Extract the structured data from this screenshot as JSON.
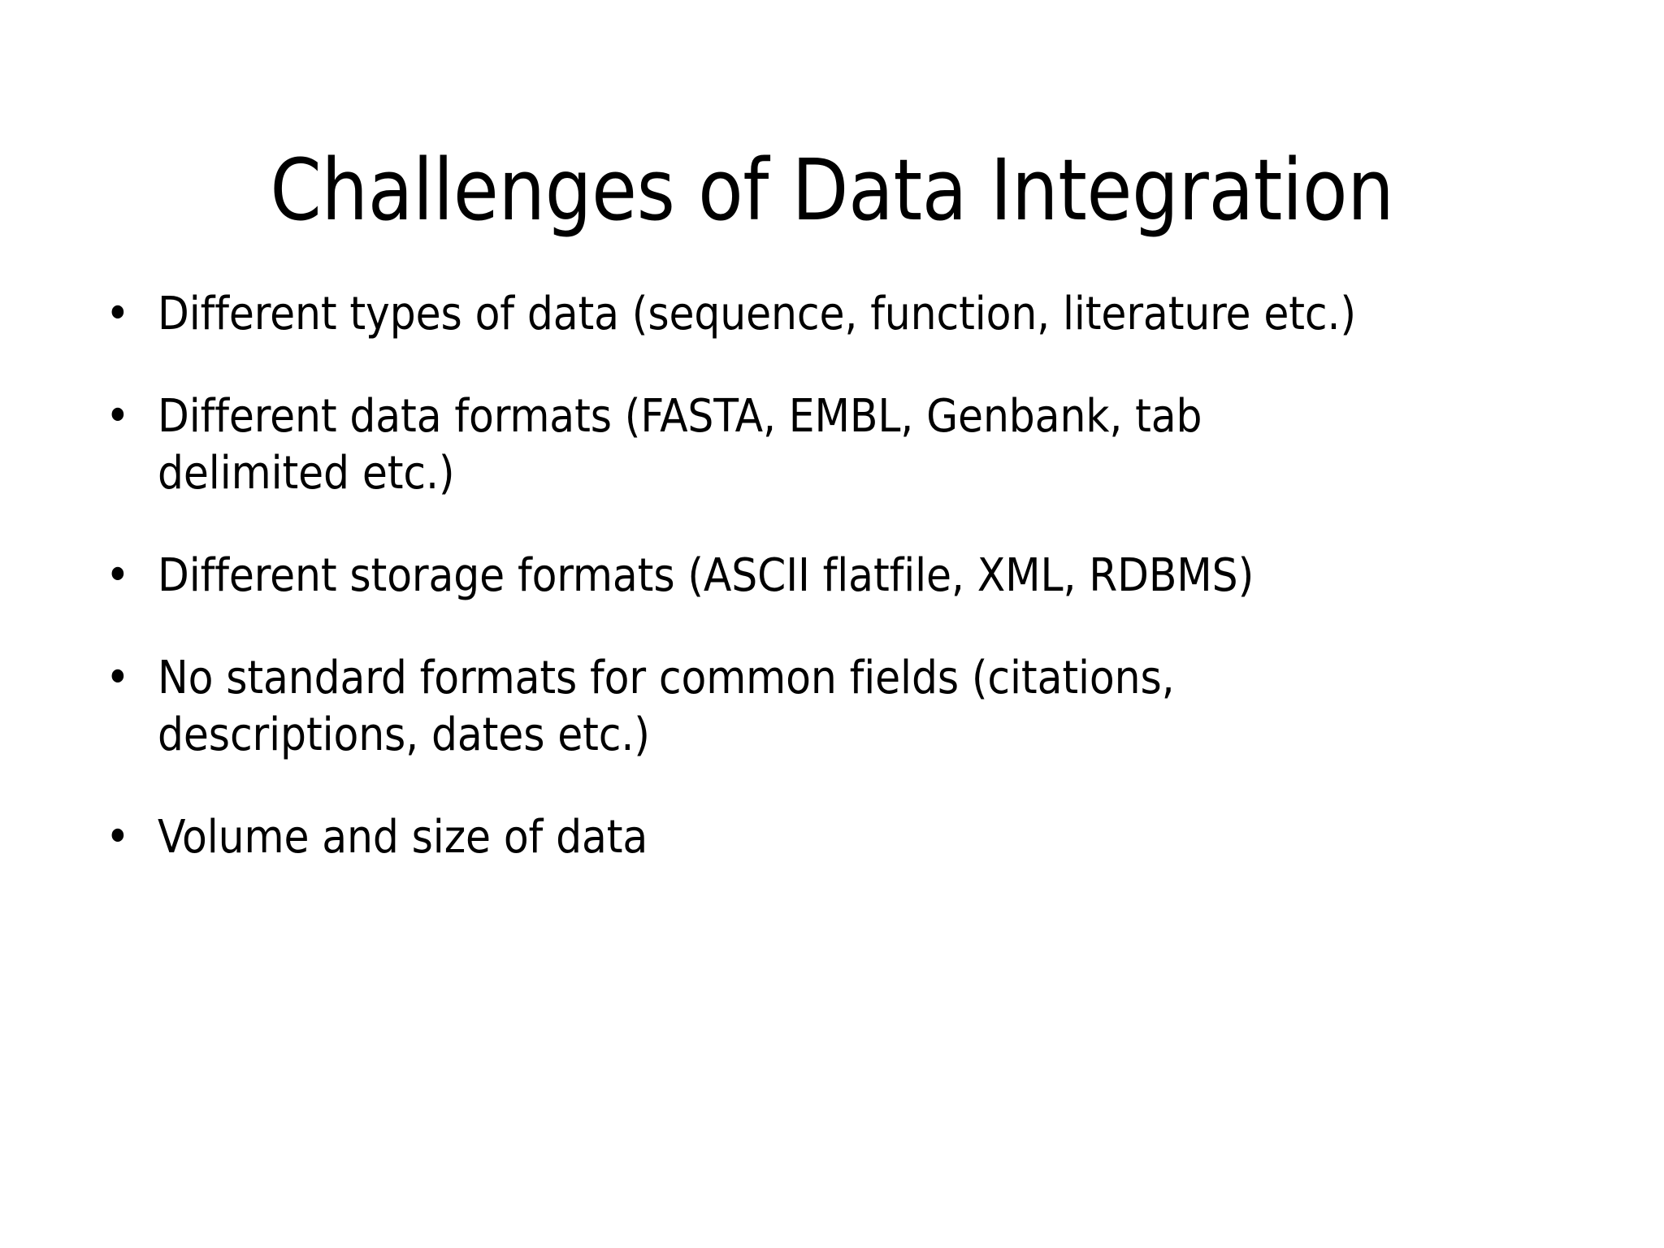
{
  "slide": {
    "background_color": "#ffffff",
    "text_color": "#000000",
    "title": "Challenges of Data Integration",
    "bullet_marker": "•",
    "bullets": [
      {
        "id": "different-types-of-data",
        "line1": "Different types of data (sequence, function, literature etc.)",
        "line2": "",
        "wraps": false
      },
      {
        "id": "different-data-formats",
        "line1": "Different data formats (FASTA, EMBL, Genbank, tab",
        "line2": "delimited etc.)",
        "wraps": true
      },
      {
        "id": "different-storage-formats",
        "line1": "Different storage formats (ASCII flatfile, XML, RDBMS)",
        "line2": "",
        "wraps": false
      },
      {
        "id": "no-standard-formats",
        "line1": "No standard formats for common fields (citations,",
        "line2": "descriptions, dates etc.)",
        "wraps": true
      },
      {
        "id": "volume-and-size-of-data",
        "line1": "Volume and size of data",
        "line2": "",
        "wraps": false
      }
    ]
  }
}
